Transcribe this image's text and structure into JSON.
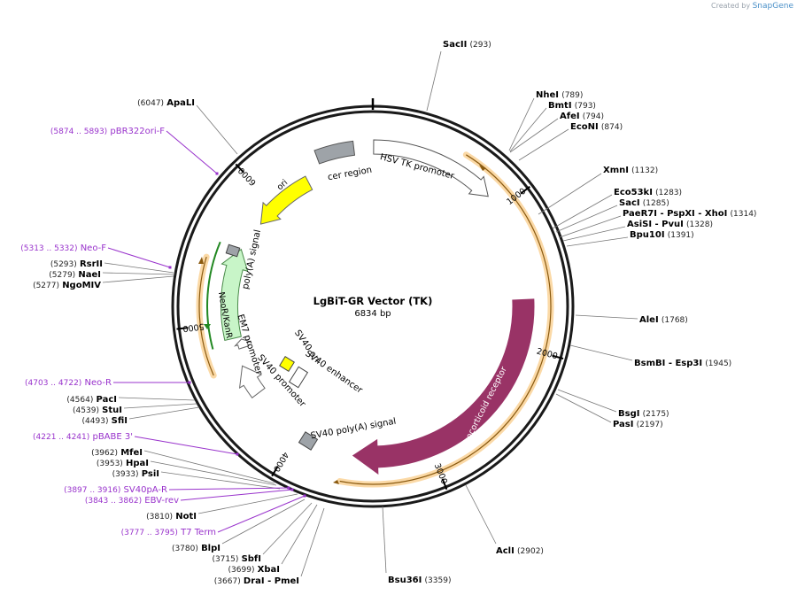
{
  "credit": {
    "prefix": "Created by",
    "brand": "SnapGene"
  },
  "plasmid": {
    "name": "LgBiT-GR Vector (TK)",
    "size": "6834 bp",
    "length": 6834
  },
  "ruler": [
    "1000",
    "2000",
    "3000",
    "4000",
    "5000",
    "6000"
  ],
  "enzymes": [
    {
      "name": "SacII",
      "pos": "(293)"
    },
    {
      "name": "NheI",
      "pos": "(789)"
    },
    {
      "name": "BmtI",
      "pos": "(793)"
    },
    {
      "name": "AfeI",
      "pos": "(794)"
    },
    {
      "name": "EcoNI",
      "pos": "(874)"
    },
    {
      "name": "XmnI",
      "pos": "(1132)"
    },
    {
      "name": "Eco53kI",
      "pos": "(1283)"
    },
    {
      "name": "SacI",
      "pos": "(1285)"
    },
    {
      "name": "PaeR7I  - PspXI  - XhoI",
      "pos": "(1314)"
    },
    {
      "name": "AsiSI  - PvuI",
      "pos": "(1328)"
    },
    {
      "name": "Bpu10I",
      "pos": "(1391)"
    },
    {
      "name": "AleI",
      "pos": "(1768)"
    },
    {
      "name": "BsmBI  - Esp3I",
      "pos": "(1945)"
    },
    {
      "name": "BsgI",
      "pos": "(2175)"
    },
    {
      "name": "PasI",
      "pos": "(2197)"
    },
    {
      "name": "AclI",
      "pos": "(2902)"
    },
    {
      "name": "Bsu36I",
      "pos": "(3359)"
    },
    {
      "name": "DraI  - PmeI",
      "pos": "(3667)"
    },
    {
      "name": "XbaI",
      "pos": "(3699)"
    },
    {
      "name": "SbfI",
      "pos": "(3715)"
    },
    {
      "name": "BlpI",
      "pos": "(3780)"
    },
    {
      "name": "NotI",
      "pos": "(3810)"
    },
    {
      "name": "PsiI",
      "pos": "(3933)"
    },
    {
      "name": "HpaI",
      "pos": "(3953)"
    },
    {
      "name": "MfeI",
      "pos": "(3962)"
    },
    {
      "name": "SfiI",
      "pos": "(4493)"
    },
    {
      "name": "StuI",
      "pos": "(4539)"
    },
    {
      "name": "PacI",
      "pos": "(4564)"
    },
    {
      "name": "NgoMIV",
      "pos": "(5277)"
    },
    {
      "name": "NaeI",
      "pos": "(5279)"
    },
    {
      "name": "RsrII",
      "pos": "(5293)"
    },
    {
      "name": "ApaLI",
      "pos": "(6047)"
    }
  ],
  "primers": [
    {
      "name": "pBR322ori-F",
      "range": "(5874 .. 5893)"
    },
    {
      "name": "Neo-F",
      "range": "(5313 .. 5332)"
    },
    {
      "name": "Neo-R",
      "range": "(4703 .. 4722)"
    },
    {
      "name": "pBABE 3'",
      "range": "(4221 .. 4241)"
    },
    {
      "name": "SV40pA-R",
      "range": "(3897 .. 3916)"
    },
    {
      "name": "EBV-rev",
      "range": "(3843 .. 3862)"
    },
    {
      "name": "T7 Term",
      "range": "(3777 .. 3795)"
    }
  ],
  "features": [
    {
      "label": "HSV TK promoter",
      "color": "#ffffff"
    },
    {
      "label": "cer region",
      "color": "#9ea3a8"
    },
    {
      "label": "ori",
      "color": "#ffff00"
    },
    {
      "label": "poly(A) signal",
      "color": "#9ea3a8"
    },
    {
      "label": "NeoR/KanR",
      "color": "#c8f5c8"
    },
    {
      "label": "EM7 promoter",
      "color": "#ffffff"
    },
    {
      "label": "SV40 promoter",
      "color": "#ffffff"
    },
    {
      "label": "SV40 ori",
      "color": "#ffff00"
    },
    {
      "label": "SV40 enhancer",
      "color": "#ffffff"
    },
    {
      "label": "SV40 poly(A) signal",
      "color": "#9ea3a8"
    },
    {
      "label": "glucocorticoid receptor",
      "color": "#993366"
    }
  ],
  "colors": {
    "backbone": "#1a1a1a",
    "enzyme_line": "#777777",
    "primer": "#9933cc",
    "orf_fill": "#f0a830",
    "orf_line": "#8a5a10",
    "gr": "#993366",
    "neo_line": "#228822"
  }
}
